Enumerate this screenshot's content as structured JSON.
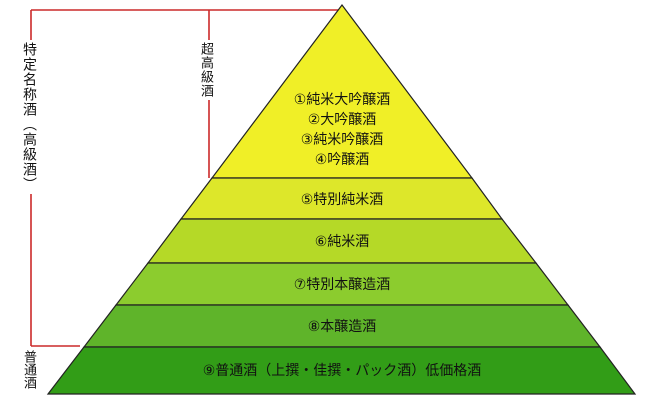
{
  "labels": {
    "tokutei_meishoshu": "特定名称酒（高級酒）",
    "chokyushu": "超高級酒",
    "futsushu": "普通酒"
  },
  "tiers": [
    {
      "texts": [
        "①純米大吟醸酒",
        "②大吟醸酒",
        "③純米吟醸酒",
        "④吟醸酒"
      ],
      "color": "#f0ef27"
    },
    {
      "texts": [
        "⑤特別純米酒"
      ],
      "color": "#dde72a"
    },
    {
      "texts": [
        "⑥純米酒"
      ],
      "color": "#b5d927"
    },
    {
      "texts": [
        "⑦特別本醸造酒"
      ],
      "color": "#8ccc2e"
    },
    {
      "texts": [
        "⑧本醸造酒"
      ],
      "color": "#5fb42a"
    },
    {
      "texts": [
        "⑨普通酒（上撰・佳撰・パック酒）低価格酒"
      ],
      "color": "#329d17"
    }
  ],
  "colors": {
    "bracket": "#cc2a2a",
    "outline": "#222222"
  }
}
